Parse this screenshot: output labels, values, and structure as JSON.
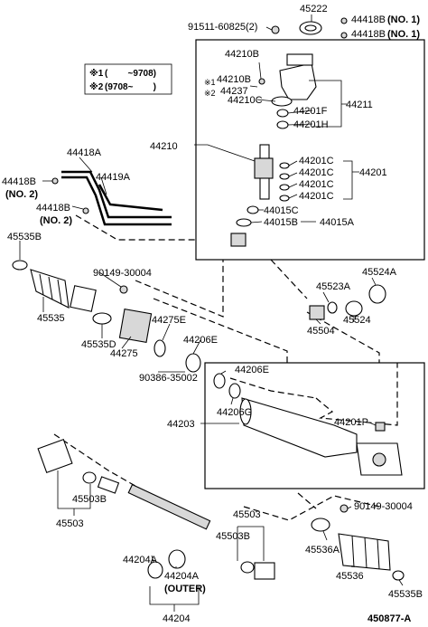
{
  "labels": {
    "p45222": "45222",
    "p44418b_no1_a": "44418B",
    "p44418b_no1_a_note": "(NO. 1)",
    "p44418b_no1_b": "44418B",
    "p44418b_no1_b_note": "(NO. 1)",
    "p91511": "91511-60825(2)",
    "p44210b_a": "44210B",
    "p44210b_b": "44210B",
    "mark1": "※1",
    "mark2": "※2",
    "p44237": "44237",
    "p44210c": "44210C",
    "p44201f": "44201F",
    "p44201h": "44201H",
    "p44211": "44211",
    "p44210": "44210",
    "p44201c_1": "44201C",
    "p44201c_2": "44201C",
    "p44201c_3": "44201C",
    "p44201c_4": "44201C",
    "p44201": "44201",
    "p44015c": "44015C",
    "p44015b": "44015B",
    "p44015a": "44015A",
    "p44418a": "44418A",
    "p44419a": "44419A",
    "p44418b_no2_a": "44418B",
    "p44418b_no2_a_note": "(NO. 2)",
    "p44418b_no2_b": "44418B",
    "p44418b_no2_b_note": "(NO. 2)",
    "p45535b_top": "45535B",
    "p90149_top": "90149-30004",
    "p45535": "45535",
    "p45535d": "45535D",
    "p44275e": "44275E",
    "p44275": "44275",
    "p44206e_top": "44206E",
    "p90386": "90386-35002",
    "p45523a": "45523A",
    "p45524a": "45524A",
    "p45524": "45524",
    "p45504": "45504",
    "p44206e_box": "44206E",
    "p44206g": "44206G",
    "p44203": "44203",
    "p44201p": "44201P",
    "p45503b_left": "45503B",
    "p45503_left": "45503",
    "p45503_right": "45503",
    "p45503b_right": "45503B",
    "p44204a_left": "44204A",
    "p44204a_right": "44204A",
    "p44204": "44204",
    "outer": "(OUTER)",
    "p90149_bottom": "90149-30004",
    "p45536a": "45536A",
    "p45536": "45536",
    "p45535b_bottom": "45535B",
    "figure_code": "450877-A"
  },
  "legend": {
    "row1_mark": "※1",
    "row1_text": "(        ~9708)",
    "row2_mark": "※2",
    "row2_text": "(9708~        )"
  }
}
